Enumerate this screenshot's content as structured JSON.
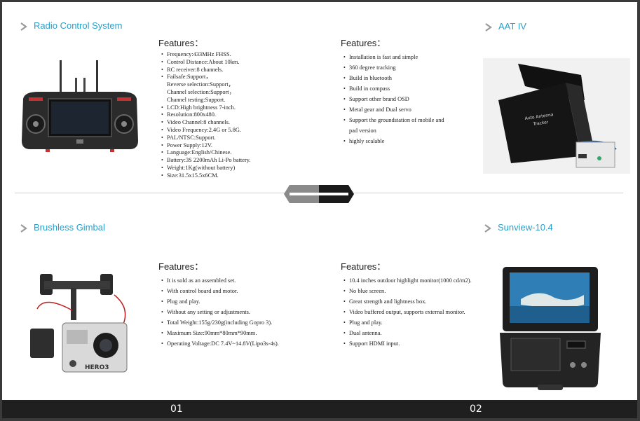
{
  "colors": {
    "title": "#2a9fc8",
    "chevron": "#9a9a9a",
    "footer": "#1f1f1f"
  },
  "sections": {
    "radio": {
      "title": "Radio Control System",
      "features_heading": "Features：",
      "features": [
        "Frequency:433MHz FHSS.",
        "Control Distance:About 10km.",
        "RC receiver:8 channels.",
        "Failsafe:Support，",
        "Reverse selection:Support，",
        "Channel selection:Support，",
        "Channel testing:Support.",
        "LCD:High brightness 7-inch.",
        "Resolution:800x480.",
        "Video Channel:8 channels.",
        "Video Frequency:2.4G or 5.8G.",
        "PAL/NTSC:Support.",
        "Power Supply:12V.",
        "Language:English/Chinese.",
        "Battery:3S 2200mAh Li-Po battery.",
        "Weight:1Kg(without battery)",
        "Size:31.5x15.5x6CM."
      ]
    },
    "aat": {
      "title": "AAT IV",
      "features_heading": "Features：",
      "features": [
        "Installation is fast and simple",
        "360 degree tracking",
        "Build in bluetooth",
        "Build in compass",
        "Support other brand OSD",
        "Metal gear and Dual servo",
        "Support the groundstation of mobile and",
        "pad version",
        "highly scalable"
      ],
      "device_label_1": "Auto Antenna",
      "device_label_2": "Tracker"
    },
    "gimbal": {
      "title": "Brushless Gimbal",
      "features_heading": "Features：",
      "features": [
        "It is sold as an assembled set.",
        "With control board and motor.",
        "Plug and play.",
        "Without any setting or adjustments.",
        "Total Weight:155g/230g(including Gopro 3).",
        "Maximum Size:90mm*80mm*90mm.",
        "Operating Voltage:DC 7.4V~14.8V(Lipo3s-4s)."
      ],
      "camera_label": "HERO3"
    },
    "sunview": {
      "title": "Sunview-10.4",
      "features_heading": "Features：",
      "features": [
        "10.4 inches outdoor highlight monitor(1000 cd/m2).",
        "No blue screen.",
        "Great strength and lightness box.",
        "Video buffered output, supports external monitor.",
        "Plug and play.",
        "Dual antenna.",
        "Support HDMI input."
      ]
    }
  },
  "footer": {
    "page_left": "01",
    "page_right": "02"
  }
}
